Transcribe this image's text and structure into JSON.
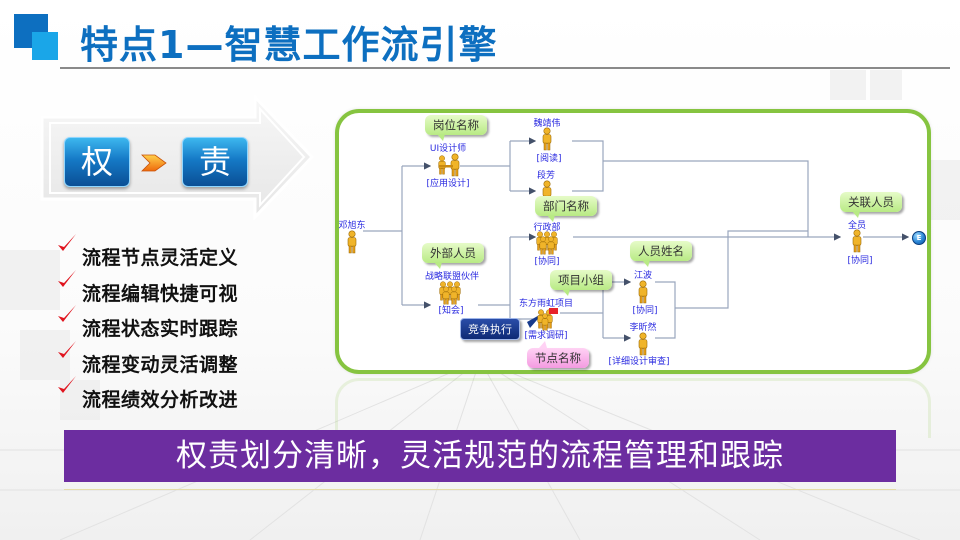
{
  "title": {
    "text": "特点1—智慧工作流引擎",
    "accent_color": "#0d6fc0",
    "logo_icon": "two-blue-squares-logo"
  },
  "hero": {
    "from_tile": "权",
    "to_tile": "责",
    "connector_icon": "orange-chevron-arrow",
    "backdrop_icon": "large-right-arrow-outline"
  },
  "features": [
    {
      "icon": "red-check-mark",
      "label": "流程节点灵活定义"
    },
    {
      "icon": "red-check-mark",
      "label": "流程编辑快捷可视"
    },
    {
      "icon": "red-check-mark",
      "label": "流程状态实时跟踪"
    },
    {
      "icon": "red-check-mark",
      "label": "流程变动灵活调整"
    },
    {
      "icon": "red-check-mark",
      "label": "流程绩效分析改进"
    }
  ],
  "workflow": {
    "border_color": "#86c440",
    "nodes": [
      {
        "id": "start",
        "name": "邓旭东",
        "role": "",
        "icon": "person-icon"
      },
      {
        "id": "ui",
        "name": "UI设计师",
        "role": "[应用设计]",
        "icon": "designer-at-desk-icon"
      },
      {
        "id": "partner",
        "name": "战略联盟伙伴",
        "role": "[知会]",
        "icon": "group-icon"
      },
      {
        "id": "wei",
        "name": "魏靖伟",
        "role": "[阅读]",
        "icon": "person-icon"
      },
      {
        "id": "duan",
        "name": "段芳",
        "role": "",
        "icon": "person-icon"
      },
      {
        "id": "admin",
        "name": "行政部",
        "role": "[协同]",
        "icon": "group-icon"
      },
      {
        "id": "project",
        "name": "东方雨虹项目",
        "role": "[需求调研]",
        "icon": "team-with-flag-icon"
      },
      {
        "id": "jiang",
        "name": "江波",
        "role": "[协同]",
        "icon": "person-icon"
      },
      {
        "id": "li",
        "name": "李昕然",
        "role": "[详细设计审查]",
        "icon": "person-icon"
      },
      {
        "id": "all",
        "name": "全员",
        "role": "[协同]",
        "icon": "person-icon"
      },
      {
        "id": "end",
        "name": "",
        "role": "",
        "icon": "end-node-icon",
        "label": "E"
      }
    ],
    "callouts": [
      {
        "text": "岗位名称",
        "style": "green"
      },
      {
        "text": "部门名称",
        "style": "green"
      },
      {
        "text": "外部人员",
        "style": "green"
      },
      {
        "text": "项目小组",
        "style": "green"
      },
      {
        "text": "人员姓名",
        "style": "green"
      },
      {
        "text": "关联人员",
        "style": "green"
      },
      {
        "text": "节点名称",
        "style": "pink"
      },
      {
        "text": "竞争执行",
        "style": "navy"
      }
    ]
  },
  "banner": {
    "text": "权责划分清晰，灵活规范的流程管理和跟踪",
    "background": "#6c2da0"
  }
}
